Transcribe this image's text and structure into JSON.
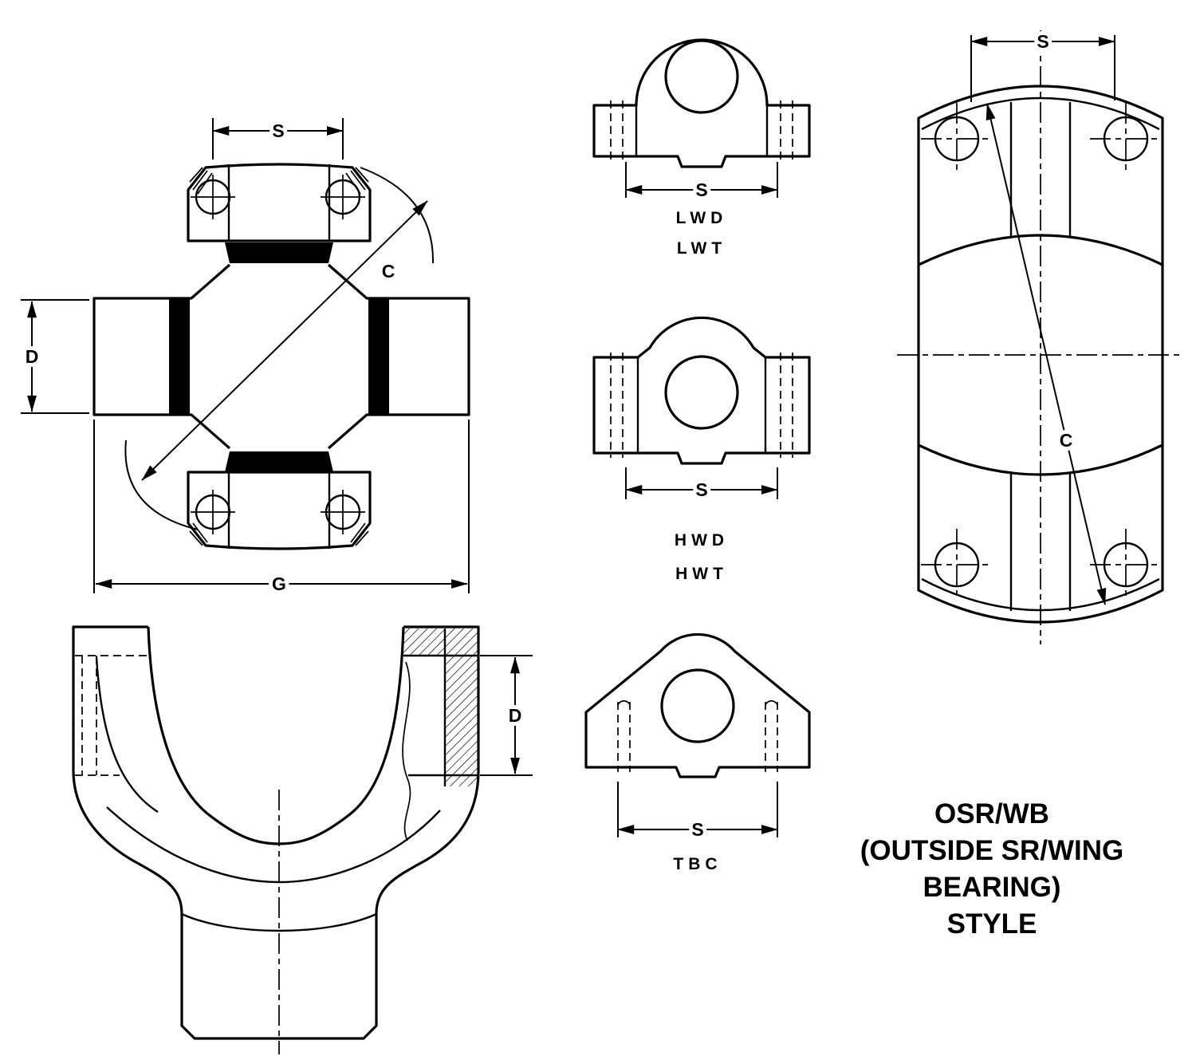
{
  "colors": {
    "ink": "#000000",
    "background": "#ffffff"
  },
  "dimension_labels": {
    "s": "S",
    "c": "C",
    "d": "D",
    "g": "G"
  },
  "cap_styles": {
    "light": {
      "line1": "LWD",
      "line2": "LWT"
    },
    "heavy": {
      "line1": "HWD",
      "line2": "HWT"
    },
    "tbc": {
      "line1": "TBC"
    }
  },
  "style_caption": {
    "line1": "OSR/WB",
    "line2": "(OUTSIDE SR/WING",
    "line3": "BEARING)",
    "line4": "STYLE"
  }
}
